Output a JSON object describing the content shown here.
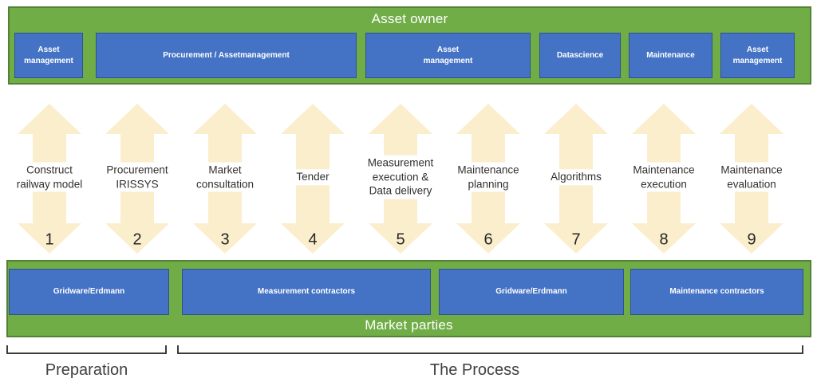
{
  "asset_owner": {
    "title": "Asset owner",
    "boxes": [
      {
        "label": "Asset\nmanagement"
      },
      {
        "label": "Procurement / Assetmanagement"
      },
      {
        "label": "Asset\nmanagement"
      },
      {
        "label": "Datascience"
      },
      {
        "label": "Maintenance"
      },
      {
        "label": "Asset\nmanagement"
      }
    ]
  },
  "process_steps": [
    {
      "number": "1",
      "label": "Construct\nrailway model"
    },
    {
      "number": "2",
      "label": "Procurement\nIRISSYS"
    },
    {
      "number": "3",
      "label": "Market\nconsultation"
    },
    {
      "number": "4",
      "label": "Tender"
    },
    {
      "number": "5",
      "label": "Measurement\nexecution &\nData delivery"
    },
    {
      "number": "6",
      "label": "Maintenance\nplanning"
    },
    {
      "number": "7",
      "label": "Algorithms"
    },
    {
      "number": "8",
      "label": "Maintenance\nexecution"
    },
    {
      "number": "9",
      "label": "Maintenance\nevaluation"
    }
  ],
  "market_parties": {
    "title": "Market parties",
    "boxes": [
      {
        "label": "Gridware/Erdmann"
      },
      {
        "label": "Measurement contractors"
      },
      {
        "label": "Gridware/Erdmann"
      },
      {
        "label": "Maintenance contractors"
      }
    ]
  },
  "phases": [
    {
      "label": "Preparation"
    },
    {
      "label": "The Process"
    }
  ],
  "colors": {
    "band_green": "#70AD47",
    "band_green_border": "#538135",
    "box_blue": "#4472C4",
    "box_blue_border": "#2F528F",
    "arrow_cream": "#FBEECD",
    "text_dark": "#303030",
    "bracket_dark": "#3C3C3C",
    "title_white": "#FFFFFF"
  }
}
